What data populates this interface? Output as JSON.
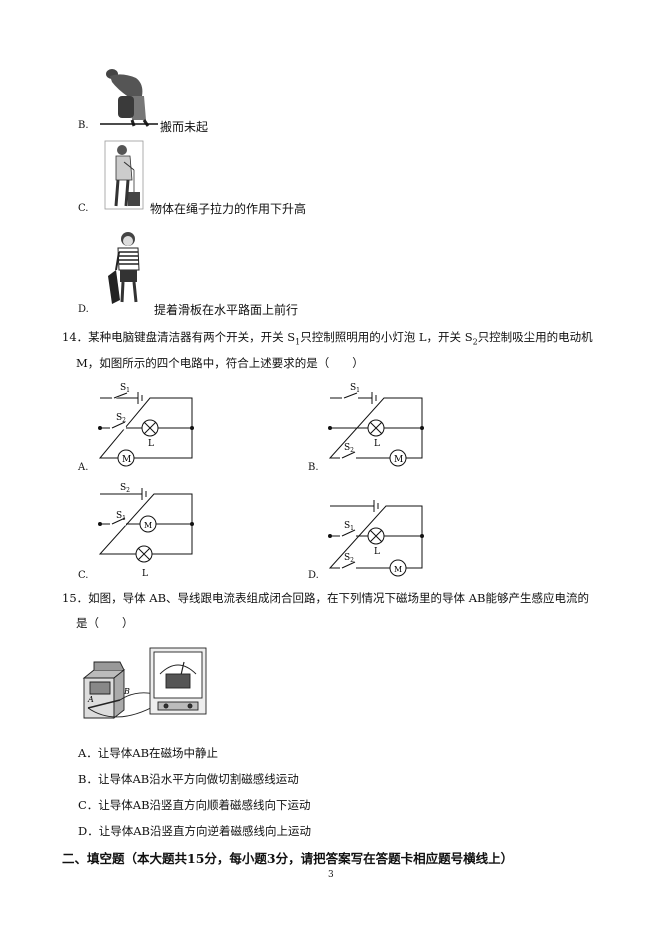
{
  "q13": {
    "option_b_letter": "B.",
    "option_b_text": "搬而未起",
    "option_c_letter": "C.",
    "option_c_text": "物体在绳子拉力的作用下升高",
    "option_d_letter": "D.",
    "option_d_text": "提着滑板在水平路面上前行"
  },
  "q14": {
    "line1_a": "14．某种电脑键盘清洁器有两个开关，开关 S",
    "line1_s1_sub": "1",
    "line1_b": "只控制照明用的小灯泡 L，开关 S",
    "line1_s2_sub": "2",
    "line1_c": "只控制吸尘用的电动机",
    "line2": "M，如图所示的四个电路中，符合上述要求的是（　　）",
    "option_letters": [
      "A.",
      "B.",
      "C.",
      "D."
    ],
    "circuit_labels": {
      "s": "S",
      "sub1": "1",
      "sub2": "2",
      "lamp": "L",
      "motor": "M"
    }
  },
  "q15": {
    "line1": "15．如图，导体 AB、导线跟电流表组成闭合回路，在下列情况下磁场里的导体  AB能够产生感应电流的",
    "line2": "是（　　）",
    "figure_labels": {
      "a": "A",
      "b": "B"
    },
    "option_a": "A．让导体AB在磁场中静止",
    "option_b": "B．让导体AB沿水平方向做切割磁感线运动",
    "option_c": "C．让导体AB沿竖直方向顺着磁感线向下运动",
    "option_d": "D．让导体AB沿竖直方向逆着磁感线向上运动"
  },
  "section2": {
    "heading": "二、填空题（本大题共15分，每小题3分，请把答案写在答题卡相应题号横线上）"
  },
  "page_number": "3"
}
